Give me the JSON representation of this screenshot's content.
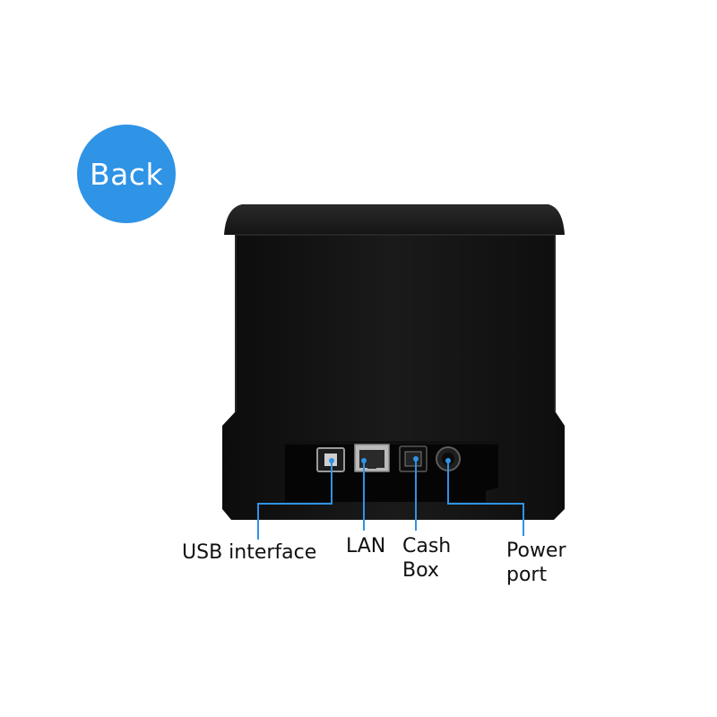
{
  "badge": {
    "label": "Back"
  },
  "labels": {
    "usb": "USB interface",
    "lan": "LAN",
    "cash": "Cash\nBox",
    "power": "Power\nport"
  },
  "colors": {
    "accent": "#2f93e6",
    "printer_body": "#141414",
    "callout_line": "#2f93e6"
  }
}
